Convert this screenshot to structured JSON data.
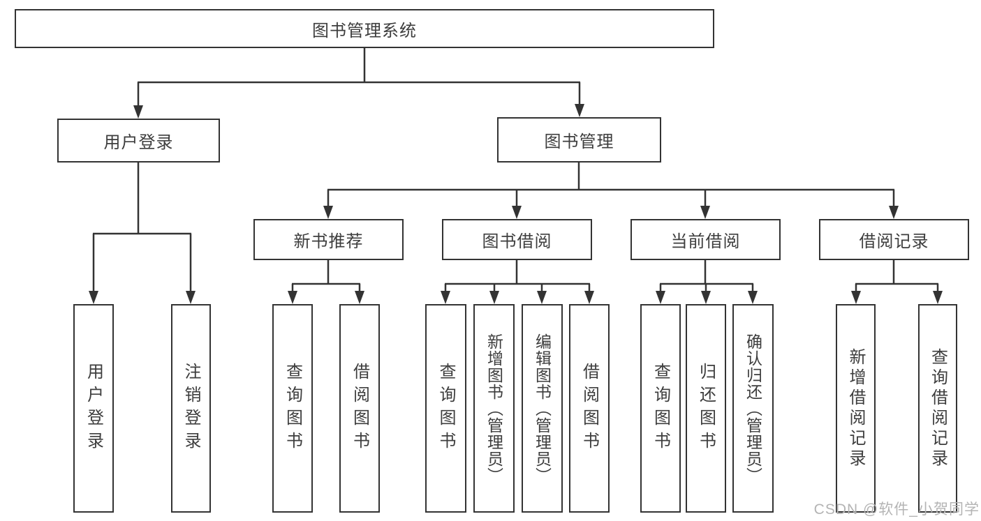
{
  "tree": {
    "root": {
      "label": "图书管理系统",
      "children": [
        {
          "label": "用户登录",
          "children": [
            {
              "label": "用户登录"
            },
            {
              "label": "注销登录"
            }
          ]
        },
        {
          "label": "图书管理",
          "children": [
            {
              "label": "新书推荐",
              "children": [
                {
                  "label": "查询图书"
                },
                {
                  "label": "借阅图书"
                }
              ]
            },
            {
              "label": "图书借阅",
              "children": [
                {
                  "label": "查询图书"
                },
                {
                  "label": "新增图书（管理员）"
                },
                {
                  "label": "编辑图书（管理员）"
                },
                {
                  "label": "借阅图书"
                }
              ]
            },
            {
              "label": "当前借阅",
              "children": [
                {
                  "label": "查询图书"
                },
                {
                  "label": "归还图书"
                },
                {
                  "label": "确认归还（管理员）"
                }
              ]
            },
            {
              "label": "借阅记录",
              "children": [
                {
                  "label": "新增借阅记录"
                },
                {
                  "label": "查询借阅记录"
                }
              ]
            }
          ]
        }
      ]
    }
  },
  "colors": {
    "line": "#333333",
    "border": "#333333",
    "text": "#3d3d3d",
    "watermark": "#b4b4b4"
  },
  "watermark": {
    "text": "CSDN @软件_小贺同学"
  }
}
